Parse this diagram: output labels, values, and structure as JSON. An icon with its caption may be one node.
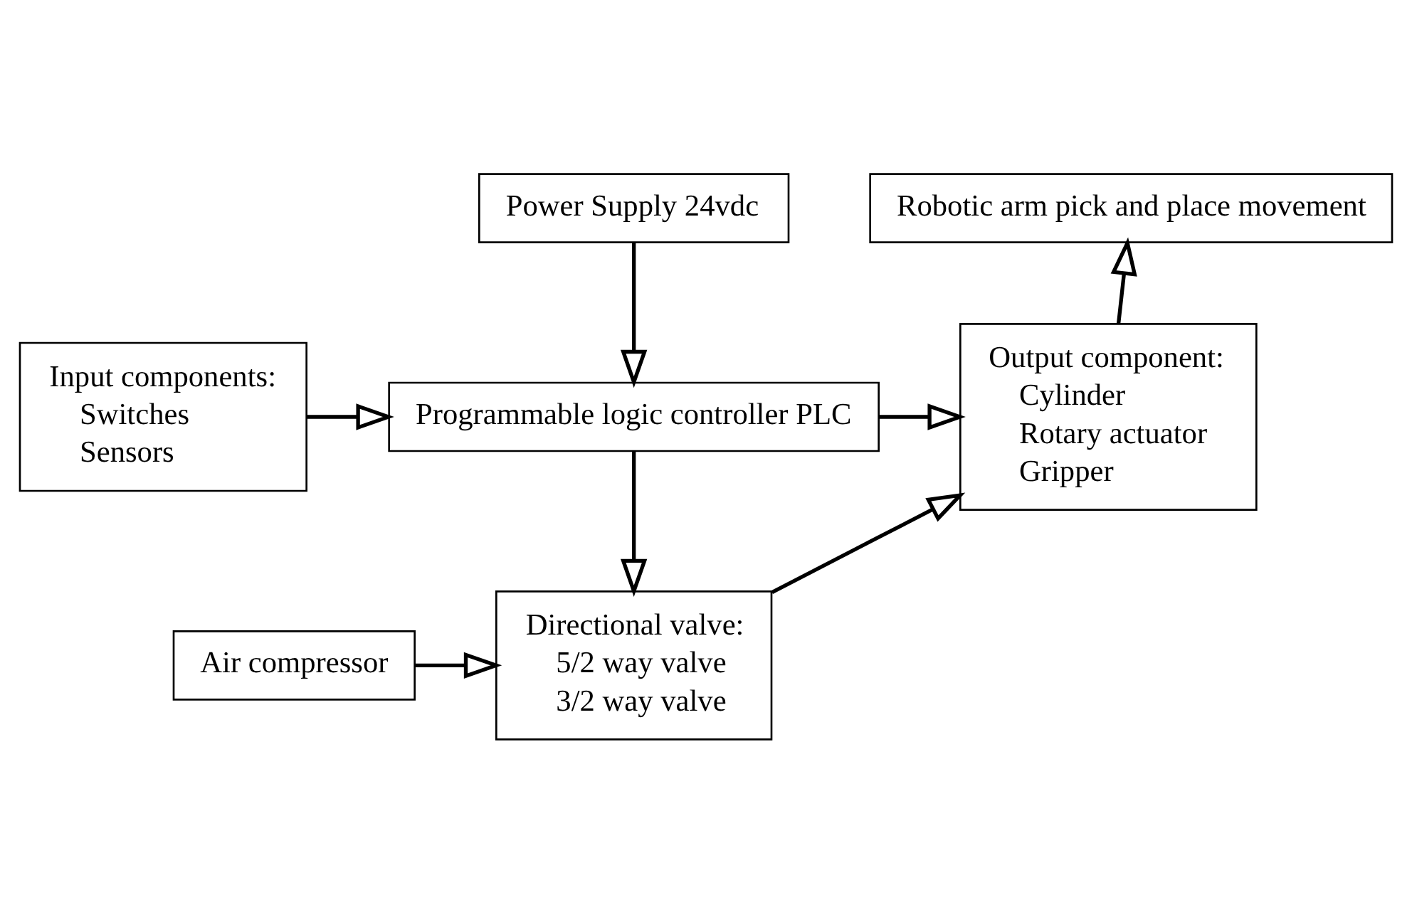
{
  "diagram": {
    "nodes": [
      {
        "text": [
          "Power Supply 24vdc"
        ]
      },
      {
        "text": [
          "Robotic arm pick and place movement"
        ]
      },
      {
        "text": [
          "Programmable logic controller PLC"
        ]
      },
      {
        "text": [
          "Input components:",
          "Switches",
          "Sensors"
        ]
      },
      {
        "text": [
          "Output component:",
          "Cylinder",
          "Rotary actuator",
          "Gripper"
        ]
      },
      {
        "text": [
          "Air compressor"
        ]
      },
      {
        "text": [
          "Directional valve:",
          "5/2 way valve",
          "3/2 way valve"
        ]
      }
    ],
    "edges": [
      {
        "from": 0,
        "to": 2,
        "arrow": "to"
      },
      {
        "from": 3,
        "to": 2,
        "arrow": "to"
      },
      {
        "from": 2,
        "to": 4,
        "arrow": "to"
      },
      {
        "from": 4,
        "to": 1,
        "arrow": "to"
      },
      {
        "from": 2,
        "to": 6,
        "arrow": "to"
      },
      {
        "from": 5,
        "to": 6,
        "arrow": "to"
      },
      {
        "from": 6,
        "to": 4,
        "arrow": "to"
      }
    ]
  }
}
